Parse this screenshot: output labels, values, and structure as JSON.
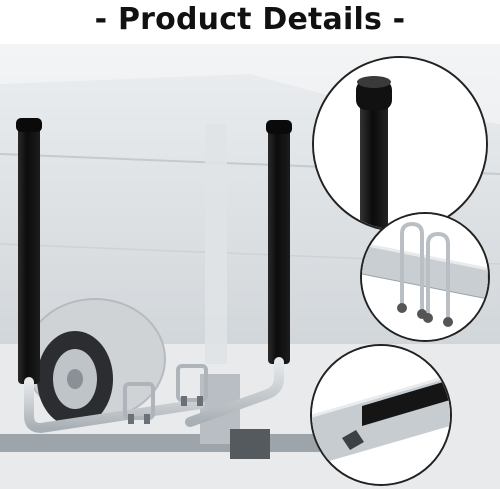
{
  "header": {
    "title": "- Product Details -"
  },
  "scene": {
    "background-color": "#eef0f1",
    "boat-color": "#dfe3e6",
    "pole-color": "#141414",
    "metal-color": "#c8cdd1"
  },
  "insets": [
    {
      "name": "pole-end-cap-closeup"
    },
    {
      "name": "u-bolt-mount-closeup"
    },
    {
      "name": "square-tube-closeup"
    }
  ]
}
